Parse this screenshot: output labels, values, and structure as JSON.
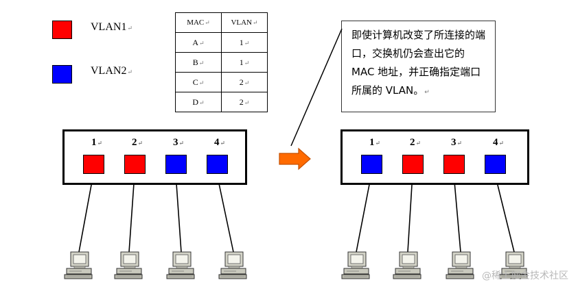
{
  "colors": {
    "vlan1": "#ff0000",
    "vlan2": "#0000ff",
    "arrow_fill": "#ff6a00",
    "arrow_stroke": "#c45000"
  },
  "legend": [
    {
      "label": "VLAN1",
      "color": "#ff0000"
    },
    {
      "label": "VLAN2",
      "color": "#0000ff"
    }
  ],
  "mac_table": {
    "headers": [
      "MAC",
      "VLAN"
    ],
    "rows": [
      [
        "A",
        "1"
      ],
      [
        "B",
        "1"
      ],
      [
        "C",
        "2"
      ],
      [
        "D",
        "2"
      ]
    ]
  },
  "callout": {
    "text": "即使计算机改变了所连接的端口，交换机仍会查出它的 MAC 地址，并正确指定端口所属的 VLAN。"
  },
  "edit_mark": "↵",
  "switches": [
    {
      "ports": [
        {
          "number": "1",
          "vlan": "VLAN1"
        },
        {
          "number": "2",
          "vlan": "VLAN1"
        },
        {
          "number": "3",
          "vlan": "VLAN2"
        },
        {
          "number": "4",
          "vlan": "VLAN2"
        }
      ]
    },
    {
      "ports": [
        {
          "number": "1",
          "vlan": "VLAN2"
        },
        {
          "number": "2",
          "vlan": "VLAN1"
        },
        {
          "number": "3",
          "vlan": "VLAN1"
        },
        {
          "number": "4",
          "vlan": "VLAN2"
        }
      ]
    }
  ],
  "transition_icon": "arrow-right-icon",
  "computer_icon": "desktop-computer-icon",
  "watermark": "@稀土掘金技术社区"
}
